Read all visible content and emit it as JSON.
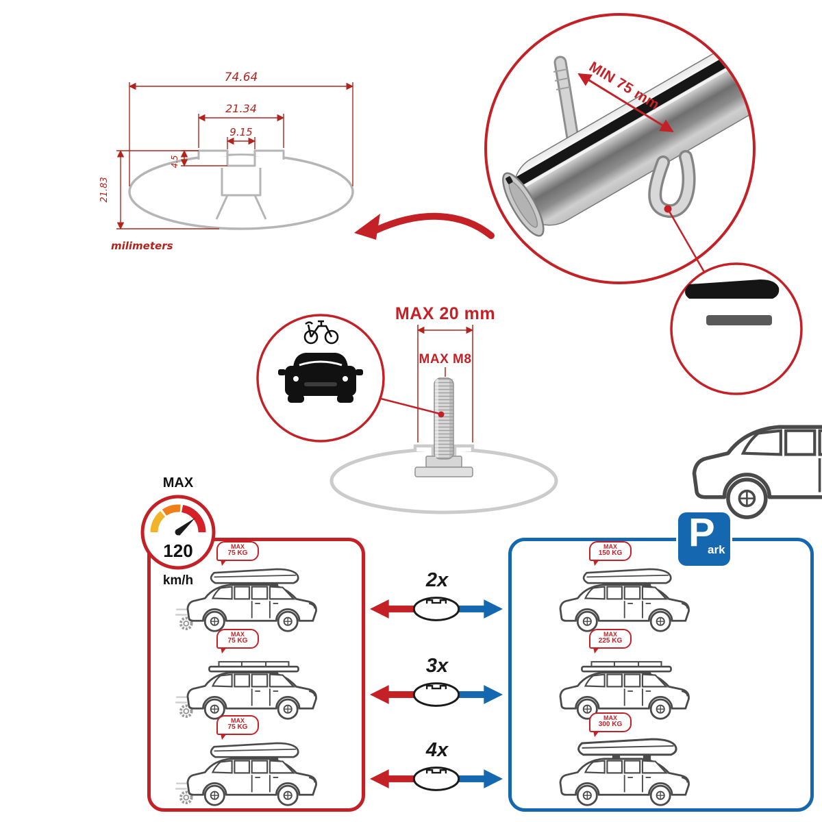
{
  "colors": {
    "accent_red": "#c42127",
    "dimension_red": "#b0241c",
    "park_blue": "#1568b0",
    "outline_gray": "#b5b5b5",
    "gauge_yellow": "#f0b429",
    "gauge_orange": "#ef7f1a",
    "gauge_red": "#d62128"
  },
  "technical_drawing": {
    "dim_total_width": "74.64",
    "dim_channel_width": "21.34",
    "dim_slot_width": "9.15",
    "dim_slot_depth": "4.5",
    "dim_total_height": "21.83",
    "unit_label": "milimeters"
  },
  "bar_detail": {
    "min_clamp_label": "MIN 75 mm"
  },
  "bolt_detail": {
    "max_length_label": "MAX 20 mm",
    "max_thread_label": "MAX M8"
  },
  "speed_limit": {
    "title": "MAX",
    "value": "120",
    "unit": "km/h"
  },
  "park_sign": {
    "letter": "P",
    "suffix": "ark"
  },
  "comparison": {
    "multipliers": [
      "2x",
      "3x",
      "4x"
    ],
    "driving_loads": [
      {
        "line1": "MAX",
        "line2": "75 KG"
      },
      {
        "line1": "MAX",
        "line2": "75 KG"
      },
      {
        "line1": "MAX",
        "line2": "75 KG"
      }
    ],
    "parked_loads": [
      {
        "line1": "MAX",
        "line2": "150 KG"
      },
      {
        "line1": "MAX",
        "line2": "225 KG"
      },
      {
        "line1": "MAX",
        "line2": "300 KG"
      }
    ]
  }
}
